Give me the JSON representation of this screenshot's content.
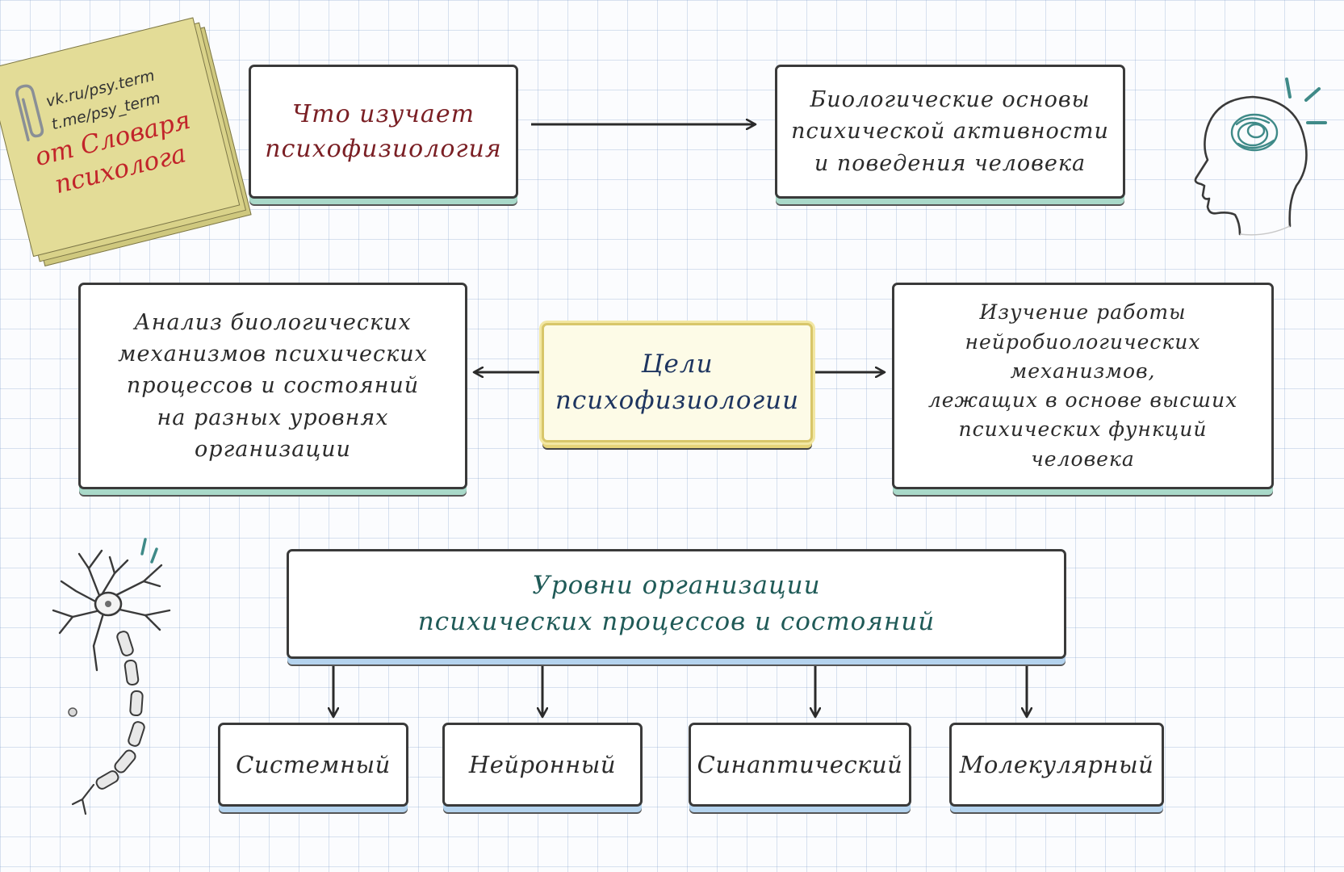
{
  "sticky": {
    "vk": "vk.ru/psy.term",
    "tg": "t.me/psy_term",
    "from_line1": "от Словаря",
    "from_line2": "психолога"
  },
  "diagram": {
    "what": "Что изучает\nпсихофизиология",
    "biology": "Биологические основы\nпсихической активности\nи поведения человека",
    "goals": "Цели\nпсихофизиологии",
    "analysis": "Анализ биологических\nмеханизмов психических\nпроцессов и состояний\nна разных уровнях\nорганизации",
    "study": "Изучение работы\nнейробиологических механизмов,\nлежащих в основе высших\nпсихических функций\nчеловека",
    "levels_title": "Уровни организации\nпсихических процессов и состояний",
    "levels": [
      "Системный",
      "Нейронный",
      "Синаптический",
      "Молекулярный"
    ]
  },
  "icons": {
    "head": "head-brain-icon",
    "neuron": "neuron-icon",
    "paperclip": "paperclip-icon"
  },
  "colors": {
    "title_red": "#7a1f24",
    "goals_blue": "#1e3560",
    "levels_teal": "#1f5a57",
    "sticky_yellow": "#e3dc97",
    "sticky_red": "#c2242a"
  }
}
